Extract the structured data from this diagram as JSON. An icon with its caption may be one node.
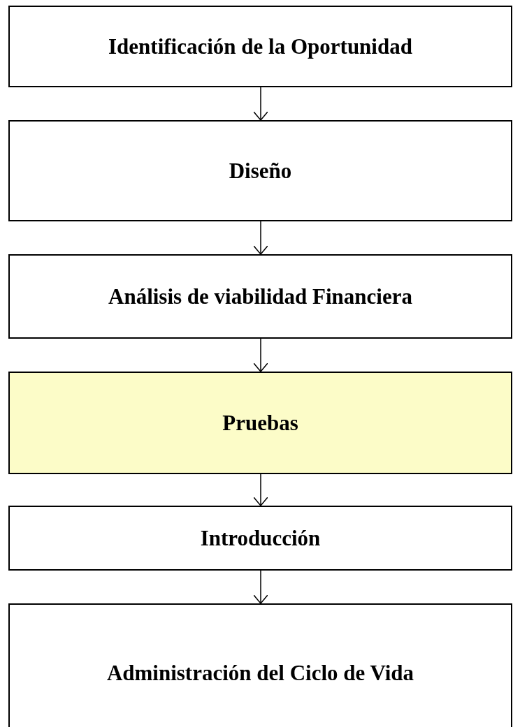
{
  "diagram": {
    "nodes": [
      {
        "text": [
          "Identificación de la Oportunidad"
        ]
      },
      {
        "text": [
          "Diseño"
        ]
      },
      {
        "text": [
          "Análisis de viabilidad Financiera"
        ]
      },
      {
        "text": [
          "Pruebas"
        ]
      },
      {
        "text": [
          "Introducción"
        ]
      },
      {
        "text": [
          "Administración del Ciclo de Vida"
        ]
      }
    ],
    "edges": [
      {
        "from": 0,
        "to": 1,
        "arrow": "to"
      },
      {
        "from": 1,
        "to": 2,
        "arrow": "to"
      },
      {
        "from": 2,
        "to": 3,
        "arrow": "to"
      },
      {
        "from": 3,
        "to": 4,
        "arrow": "to"
      },
      {
        "from": 4,
        "to": 5,
        "arrow": "to"
      }
    ]
  }
}
